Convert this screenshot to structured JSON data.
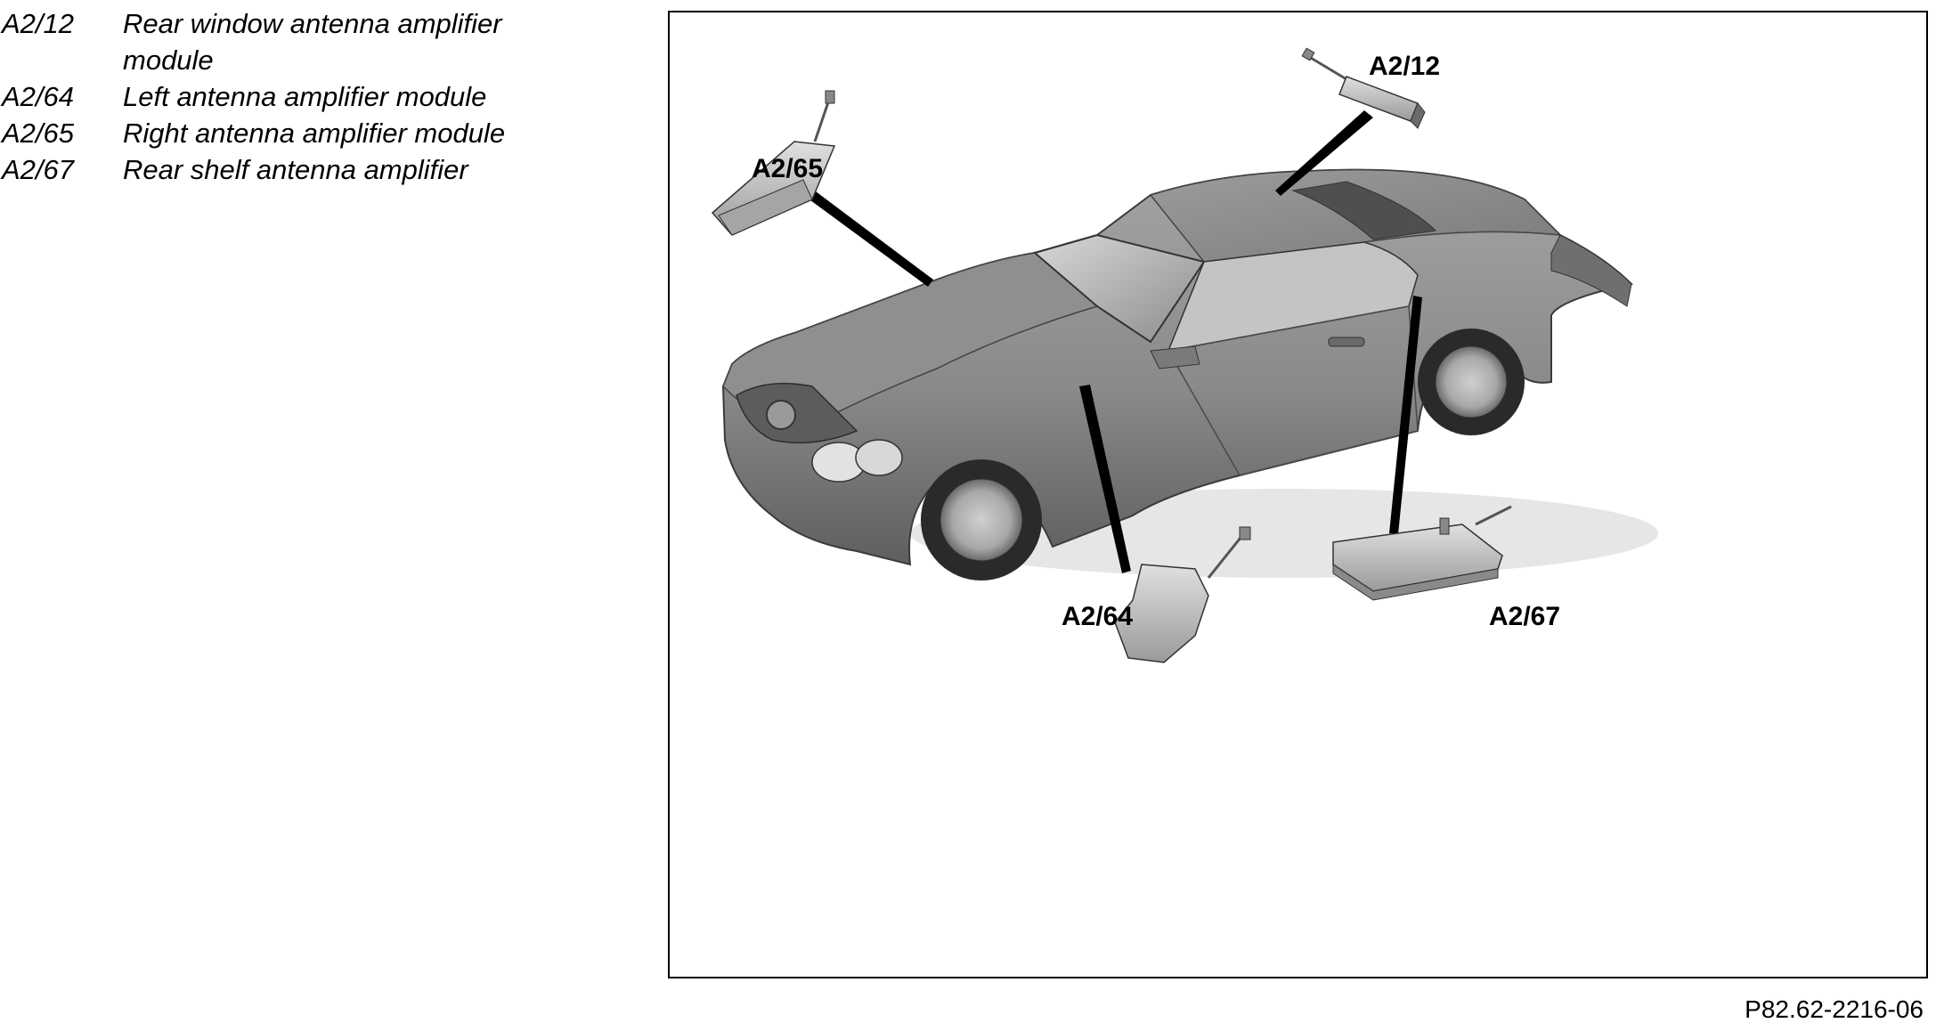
{
  "legend": {
    "items": [
      {
        "code": "A2/12",
        "description": "Rear window antenna amplifier module"
      },
      {
        "code": "A2/64",
        "description": "Left antenna amplifier module"
      },
      {
        "code": "A2/65",
        "description": "Right antenna amplifier module"
      },
      {
        "code": "A2/67",
        "description": "Rear shelf antenna amplifier"
      }
    ]
  },
  "figure": {
    "callouts": {
      "a2_12": "A2/12",
      "a2_65": "A2/65",
      "a2_64": "A2/64",
      "a2_67": "A2/67"
    },
    "figure_id": "P82.62-2216-06"
  }
}
